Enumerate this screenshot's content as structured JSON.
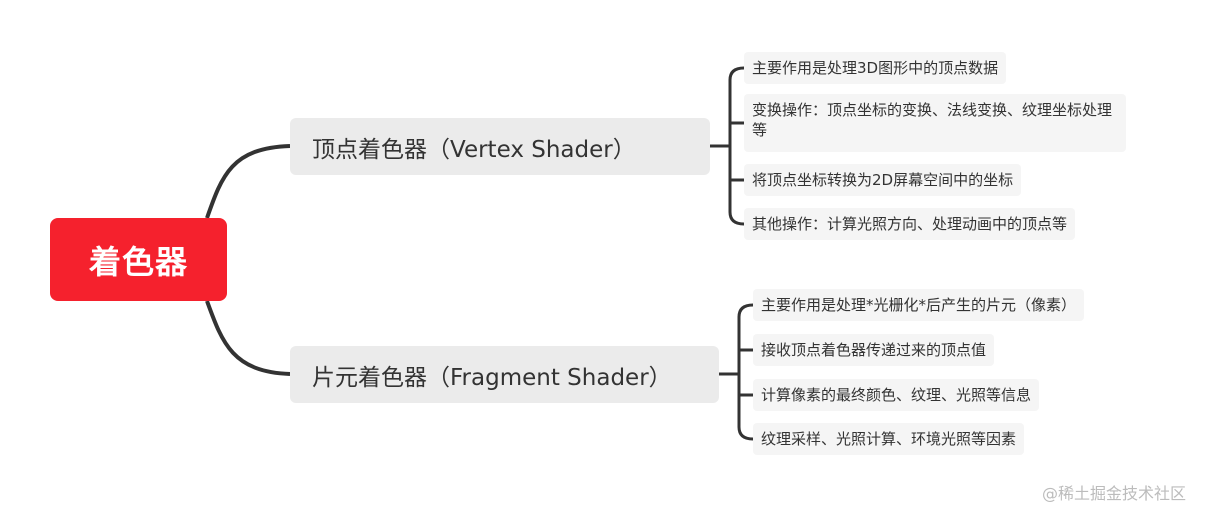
{
  "root": {
    "label": "着色器"
  },
  "branches": [
    {
      "label": "顶点着色器（Vertex Shader）",
      "items": [
        "主要作用是处理3D图形中的顶点数据",
        "变换操作：顶点坐标的变换、法线变换、纹理坐标处理等",
        "将顶点坐标转换为2D屏幕空间中的坐标",
        "其他操作：计算光照方向、处理动画中的顶点等"
      ]
    },
    {
      "label": "片元着色器（Fragment Shader）",
      "items": [
        "主要作用是处理*光栅化*后产生的片元（像素）",
        "接收顶点着色器传递过来的顶点值",
        "计算像素的最终颜色、纹理、光照等信息",
        "纹理采样、光照计算、环境光照等因素"
      ]
    }
  ],
  "watermark": "@稀土掘金技术社区",
  "colors": {
    "root": "#f5212d",
    "branch": "#ebebeb",
    "leaf": "#f5f5f5",
    "line": "#333333"
  }
}
